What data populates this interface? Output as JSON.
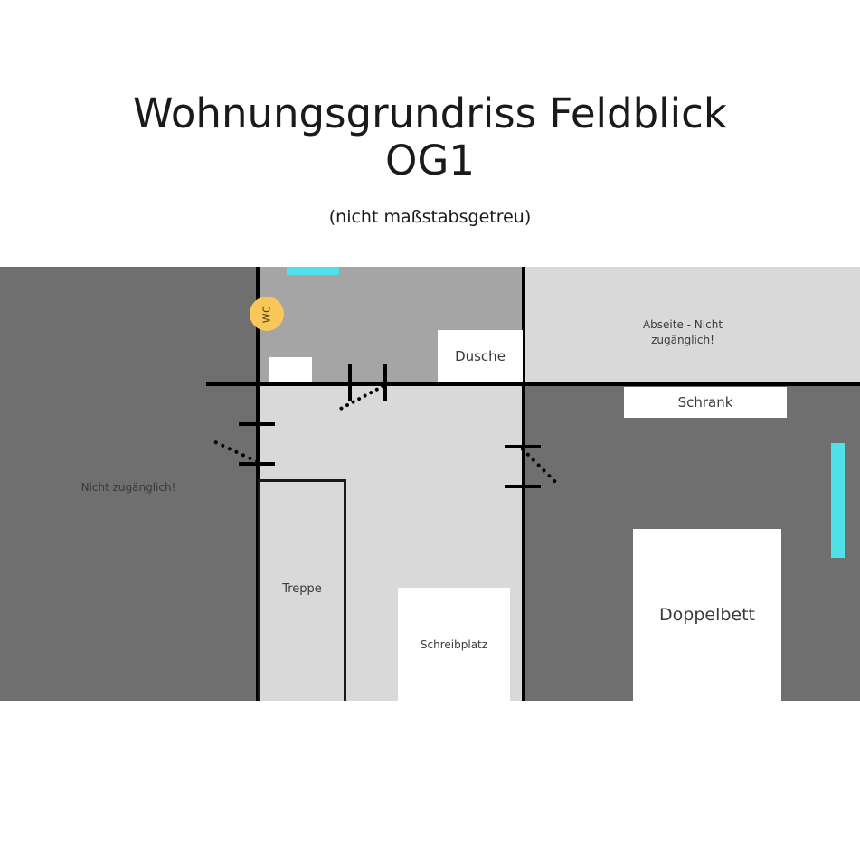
{
  "header": {
    "title_line1": "Wohnungsgrundriss Feldblick",
    "title_line2": "OG1",
    "subtitle": "(nicht maßstabsgetreu)"
  },
  "colors": {
    "inaccessible": "#6f6f6f",
    "bathroom": "#a5a5a5",
    "accessible": "#d9d9d9",
    "window": "#4fe0e8",
    "wc_marker": "#f8c75a",
    "wall": "#000000",
    "fixture": "#ffffff",
    "label_text": "#3a3a3a"
  },
  "plan": {
    "zones": {
      "left_inaccessible": {
        "label": "Nicht zugänglich!",
        "fill": "#6f6f6f"
      },
      "bathroom": {
        "label": "",
        "fill": "#a5a5a5"
      },
      "attic_right": {
        "label": "Abseite - Nicht\nzugänglich!",
        "fill": "#d9d9d9"
      },
      "bedroom_right": {
        "label": "",
        "fill": "#6f6f6f"
      },
      "living_center": {
        "label": "",
        "fill": "#d9d9d9"
      }
    },
    "fixtures": {
      "wc": {
        "label": "WC"
      },
      "sink": {
        "label": ""
      },
      "shower": {
        "label": "Dusche"
      },
      "wardrobe": {
        "label": "Schrank"
      },
      "stairs": {
        "label": "Treppe"
      },
      "desk": {
        "label": "Schreibplatz"
      },
      "bed": {
        "label": "Doppelbett"
      }
    },
    "windows": {
      "top": {
        "name": "window-top"
      },
      "right": {
        "name": "window-right"
      }
    },
    "doors": {
      "bathroom_door": {
        "name": "door-bathroom"
      },
      "left_door": {
        "name": "door-left"
      },
      "right_door": {
        "name": "door-right"
      }
    }
  }
}
